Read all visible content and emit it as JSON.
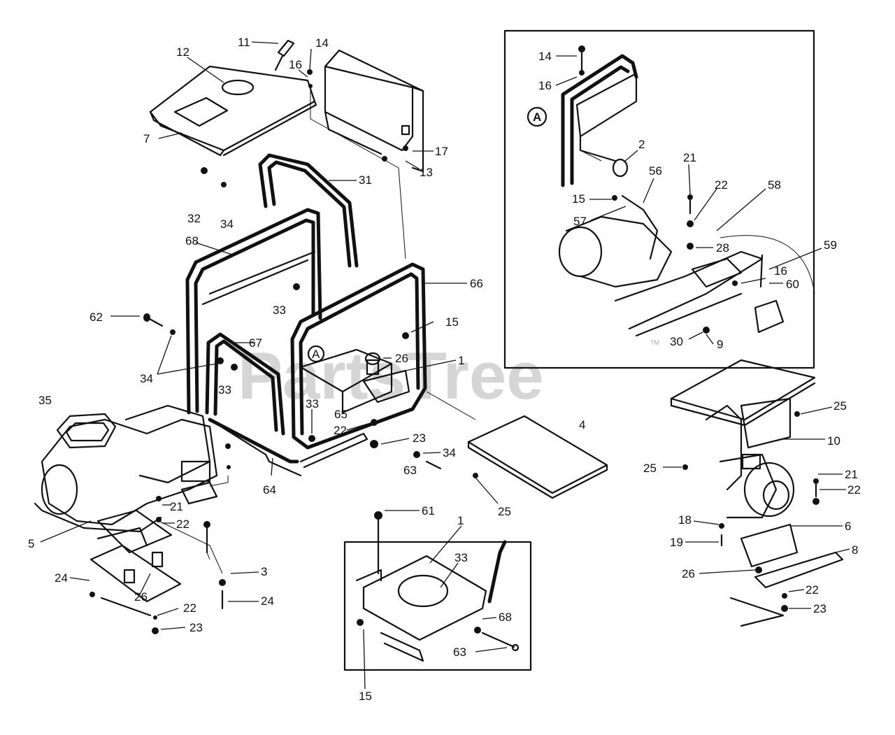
{
  "watermark": {
    "text": "PartsTree",
    "tm": "TM"
  },
  "inset_a_marker": "A",
  "frame_a_marker": "A",
  "callouts": {
    "main": [
      "11",
      "12",
      "14",
      "16",
      "7",
      "17",
      "13",
      "31",
      "32",
      "34",
      "68",
      "66",
      "62",
      "33",
      "15",
      "67",
      "34",
      "33",
      "26",
      "1",
      "35",
      "33",
      "65",
      "22",
      "23",
      "34",
      "63",
      "4",
      "25",
      "64",
      "21",
      "22",
      "5",
      "3",
      "24",
      "26",
      "22",
      "23",
      "24"
    ],
    "insetA": [
      "14",
      "16",
      "2",
      "21",
      "22",
      "58",
      "15",
      "56",
      "57",
      "28",
      "59",
      "16",
      "60",
      "30",
      "9"
    ],
    "insetB": [
      "61",
      "1",
      "33",
      "68",
      "63",
      "15"
    ],
    "alternator": [
      "25",
      "10",
      "25",
      "21",
      "22",
      "18",
      "6",
      "19",
      "8",
      "26",
      "22",
      "23"
    ]
  }
}
